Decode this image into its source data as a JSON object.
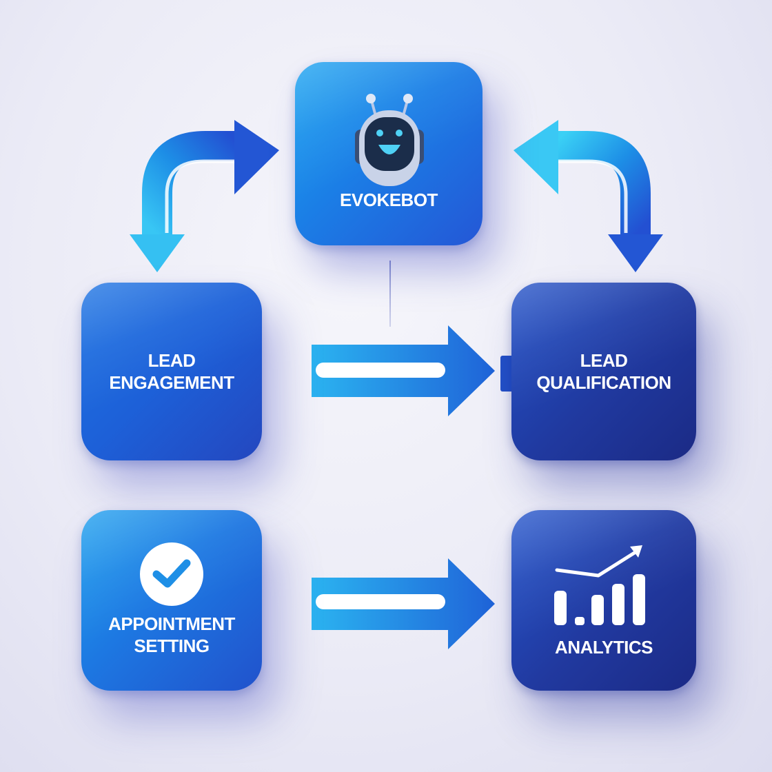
{
  "nodes": {
    "bot": {
      "label": "EVOKEBOT"
    },
    "engagement": {
      "label_line1": "LEAD",
      "label_line2": "ENGAGEMENT"
    },
    "qualification": {
      "label_line1": "LEAD",
      "label_line2": "QUALIFICATION"
    },
    "appointment": {
      "label_line1": "APPOINTMENT",
      "label_line2": "SETTING"
    },
    "analytics": {
      "label": "ANALYTICS"
    }
  },
  "icons": {
    "bot": "robot-icon",
    "appointment": "checkmark-icon",
    "analytics": "bar-chart-trend-icon"
  },
  "colors": {
    "primary": "#1d74e3",
    "dark": "#20399f",
    "light": "#1aa3f0",
    "accent": "#3ad0f5",
    "background": "#ebebf6"
  }
}
